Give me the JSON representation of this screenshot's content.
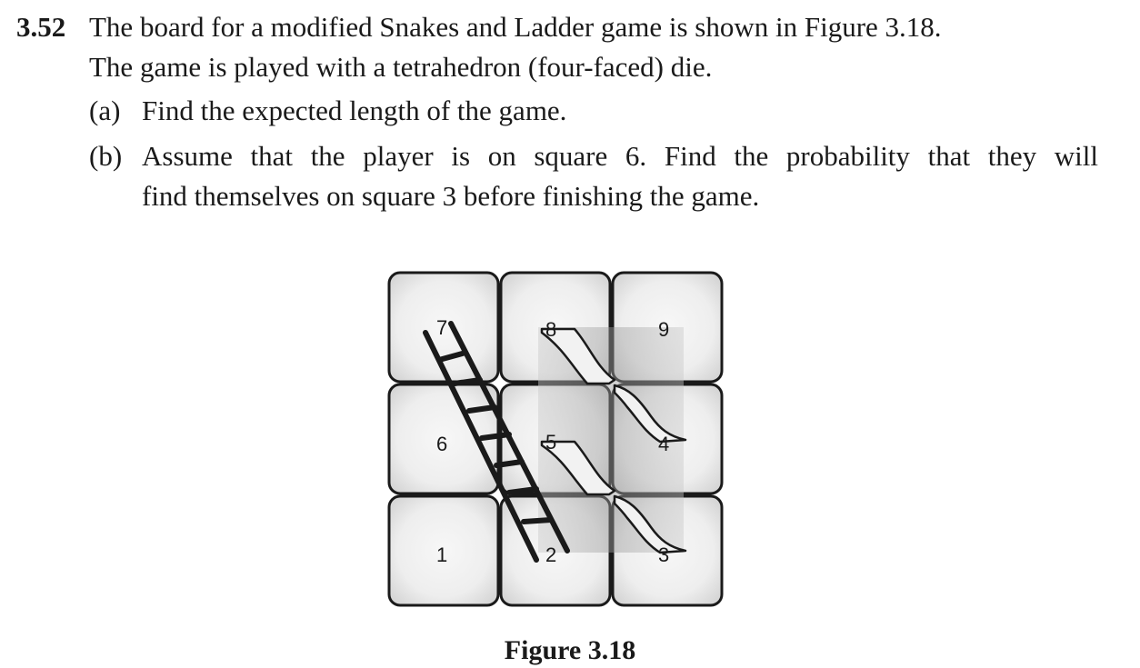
{
  "problem": {
    "number": "3.52",
    "line1": "The board for a modified Snakes and Ladder game is shown in Figure 3.18.",
    "line2": "The game is played with a tetrahedron (four-faced) die.",
    "part_a_label": "(a)",
    "part_a_text": "Find the expected length of the game.",
    "part_b_label": "(b)",
    "part_b_line1": "Assume that the player is on square 6. Find the probability that they will",
    "part_b_line2": "find themselves on square 3 before finishing the game."
  },
  "figure": {
    "caption": "Figure 3.18",
    "squares": [
      "7",
      "8",
      "9",
      "6",
      "5",
      "4",
      "1",
      "2",
      "3"
    ]
  }
}
